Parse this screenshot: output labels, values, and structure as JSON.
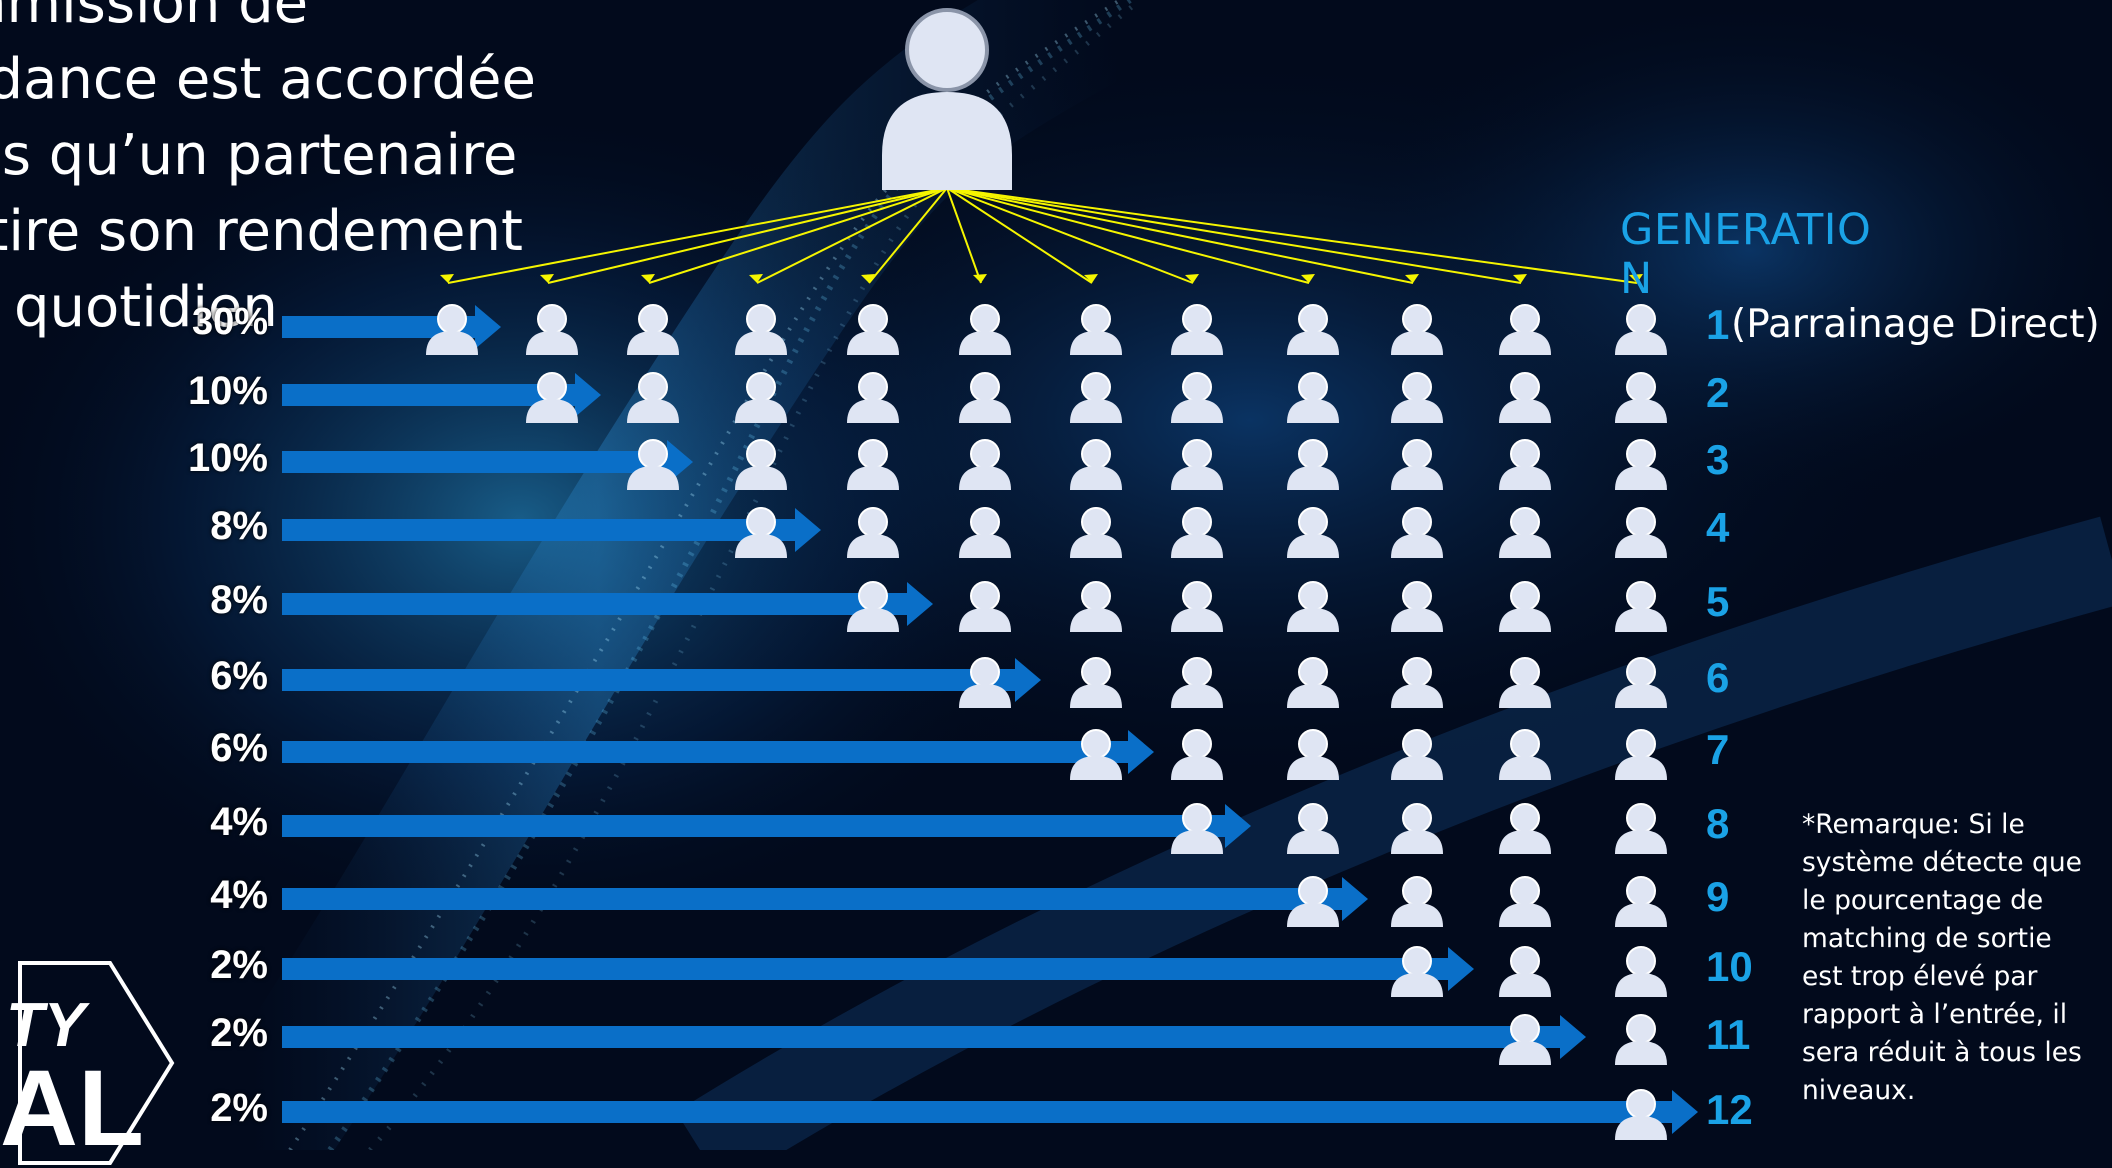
{
  "intro_lines": [
    "mmission de",
    "ndance est accordée",
    "ois qu’un partenaire",
    "etire son rendement",
    "quotidien"
  ],
  "generation_header": "GENERATION",
  "direct_label": "(Parrainage Direct)",
  "generations": [
    {
      "number": "1",
      "percent": "30%"
    },
    {
      "number": "2",
      "percent": "10%"
    },
    {
      "number": "3",
      "percent": "10%"
    },
    {
      "number": "4",
      "percent": "8%"
    },
    {
      "number": "5",
      "percent": "8%"
    },
    {
      "number": "6",
      "percent": "6%"
    },
    {
      "number": "7",
      "percent": "6%"
    },
    {
      "number": "8",
      "percent": "4%"
    },
    {
      "number": "9",
      "percent": "4%"
    },
    {
      "number": "10",
      "percent": "2%"
    },
    {
      "number": "11",
      "percent": "2%"
    },
    {
      "number": "12",
      "percent": "2%"
    }
  ],
  "remark": "*Remarque: Si le système détecte que le pourcentage de matching de sortie est trop élevé par rapport à l’entrée, il sera réduit à tous les niveaux.",
  "logo": {
    "line1": "TY",
    "line2": "AL"
  },
  "colors": {
    "background": "#020a1c",
    "arrow": "#0a6fc8",
    "accent": "#1aa2e6",
    "person": "#dfe5f3",
    "connector": "#f5f500"
  }
}
